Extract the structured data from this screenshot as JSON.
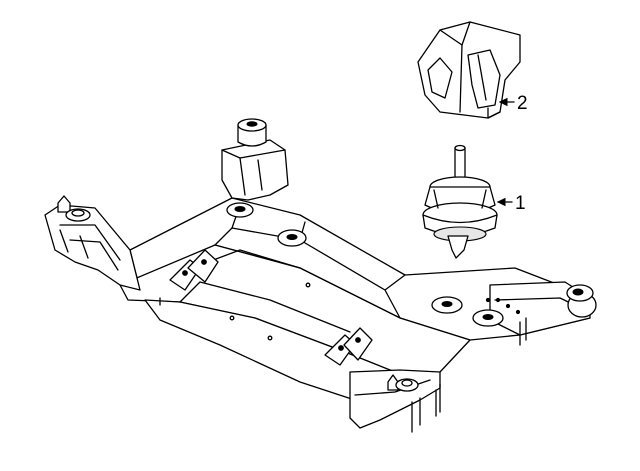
{
  "callouts": [
    {
      "number": "1",
      "part": "engine-mount"
    },
    {
      "number": "2",
      "part": "mount-bracket"
    }
  ]
}
